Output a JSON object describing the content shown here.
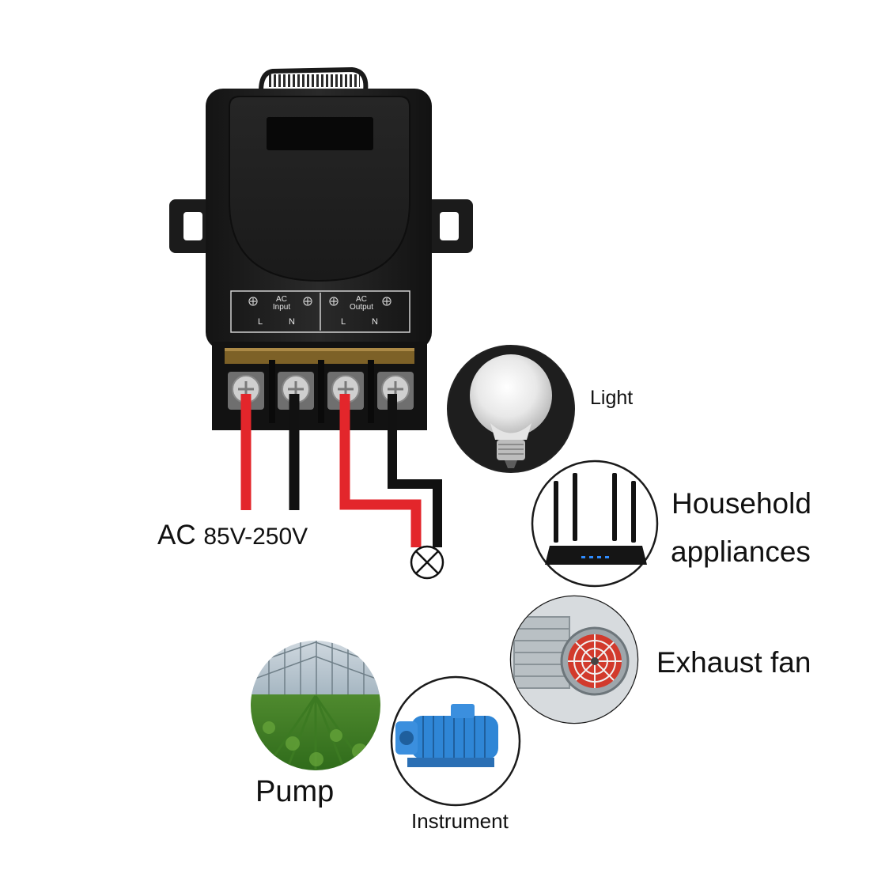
{
  "device": {
    "input_label_line1": "AC",
    "input_label_line2": "Input",
    "output_label_line1": "AC",
    "output_label_line2": "Output",
    "pin_l": "L",
    "pin_n": "N"
  },
  "supply": {
    "label_prefix": "AC",
    "label_range": "85V-250V"
  },
  "applications": [
    {
      "label": "Light",
      "icon": "light-bulb-icon"
    },
    {
      "label_line1": "Household",
      "label_line2": "appliances",
      "icon": "router-icon"
    },
    {
      "label": "Exhaust fan",
      "icon": "exhaust-fan-icon"
    },
    {
      "label": "Pump",
      "icon": "greenhouse-icon"
    },
    {
      "label": "Instrument",
      "icon": "motor-icon"
    }
  ],
  "colors": {
    "device_body": "#1c1c1c",
    "live_wire": "#e3262b",
    "neutral_wire": "#111111",
    "terminal_strip": "#8a6a2a"
  }
}
